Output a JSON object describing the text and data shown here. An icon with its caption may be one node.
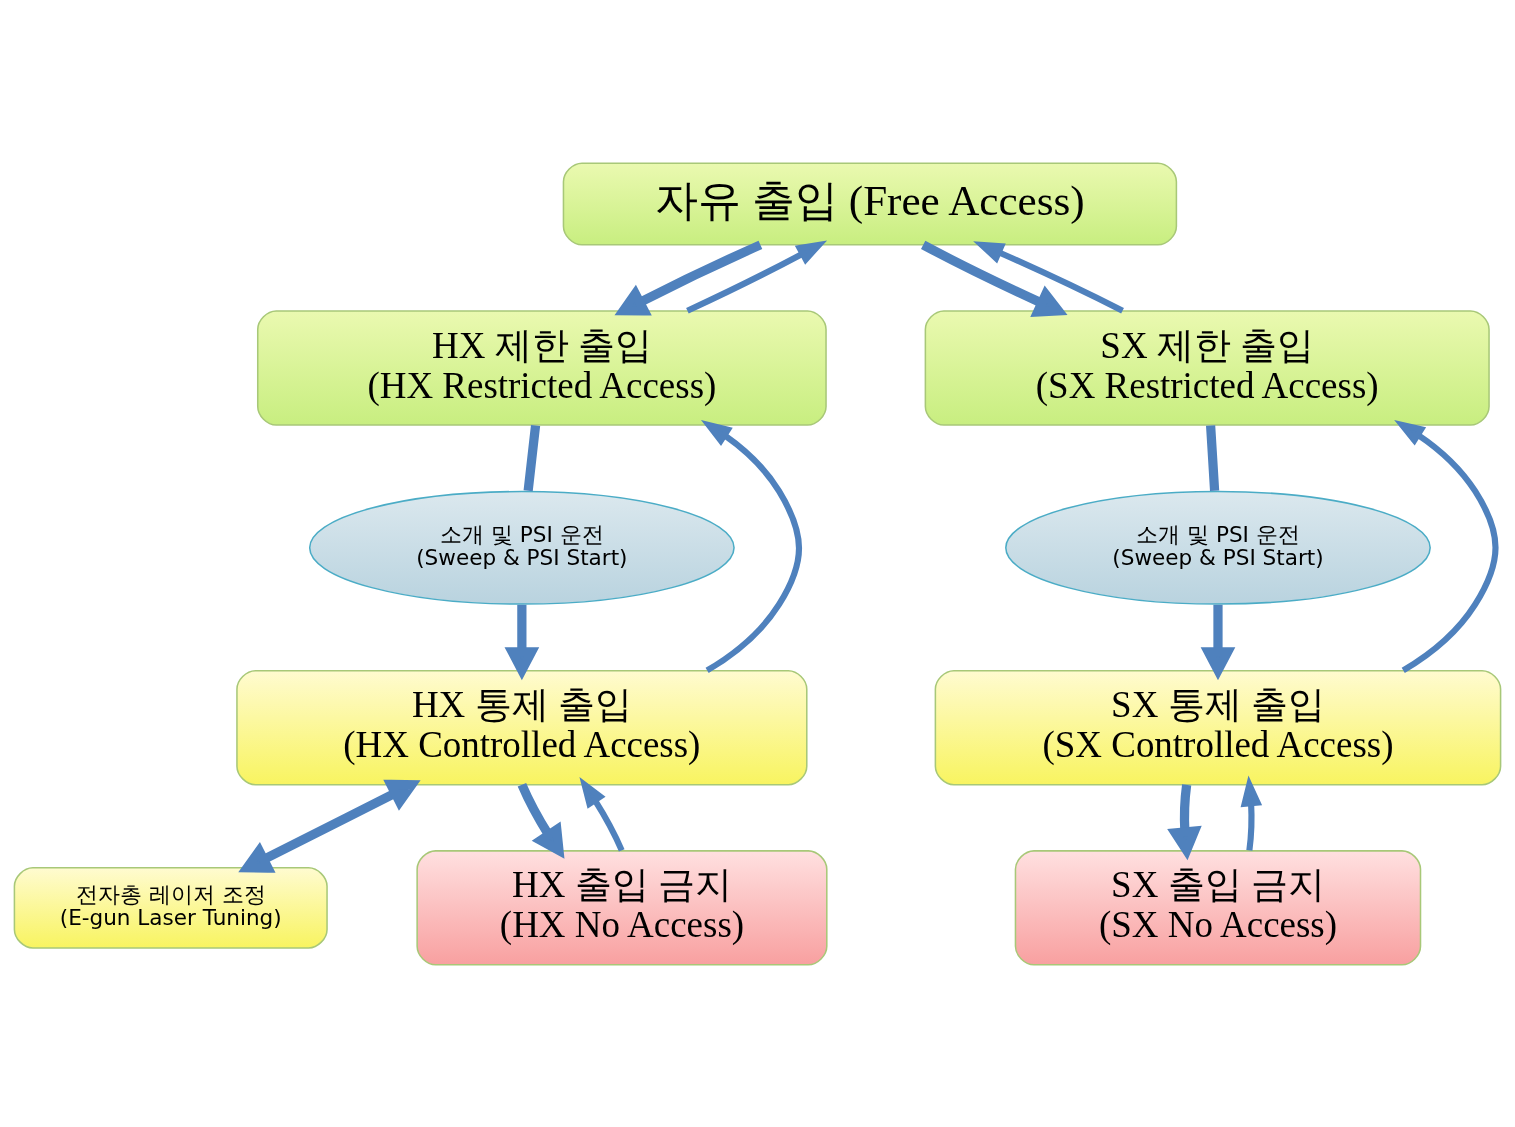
{
  "diagram": {
    "nodes": [
      {
        "text": [
          "자유 출입 (Free Access)"
        ]
      },
      {
        "text": [
          "HX 제한 출입",
          "(HX Restricted Access)"
        ]
      },
      {
        "text": [
          "SX 제한 출입",
          "(SX Restricted Access)"
        ]
      },
      {
        "text": [
          "소개 및 PSI 운전",
          "(Sweep & PSI Start)"
        ]
      },
      {
        "text": [
          "HX 통제 출입",
          "(HX Controlled Access)"
        ]
      },
      {
        "text": [
          "소개 및 PSI 운전",
          "(Sweep & PSI Start)"
        ]
      },
      {
        "text": [
          "SX 통제 출입",
          "(SX Controlled Access)"
        ]
      },
      {
        "text": [
          "전자총 레이저 조정",
          "(E-gun Laser Tuning)"
        ]
      },
      {
        "text": [
          "HX 출입 금지",
          "(HX No Access)"
        ]
      },
      {
        "text": [
          "SX 출입 금지",
          "(SX No Access)"
        ]
      }
    ],
    "edges": [
      {
        "from": 0,
        "to": 1,
        "arrow": "to"
      },
      {
        "from": 0,
        "to": 2,
        "arrow": "to"
      },
      {
        "from": 1,
        "to": 3,
        "arrow": "none"
      },
      {
        "from": 3,
        "to": 4,
        "arrow": "to"
      },
      {
        "from": 2,
        "to": 5,
        "arrow": "none"
      },
      {
        "from": 5,
        "to": 6,
        "arrow": "to"
      },
      {
        "from": 4,
        "to": 7,
        "arrow": "both"
      },
      {
        "from": 4,
        "to": 8,
        "arrow": "to"
      },
      {
        "from": 6,
        "to": 9,
        "arrow": "to"
      },
      {
        "from": 1,
        "to": 0,
        "arrow": "to"
      },
      {
        "from": 4,
        "to": 1,
        "arrow": "to"
      },
      {
        "from": 8,
        "to": 4,
        "arrow": "to"
      },
      {
        "from": 2,
        "to": 0,
        "arrow": "to"
      },
      {
        "from": 6,
        "to": 2,
        "arrow": "to"
      },
      {
        "from": 9,
        "to": 6,
        "arrow": "to"
      }
    ]
  }
}
